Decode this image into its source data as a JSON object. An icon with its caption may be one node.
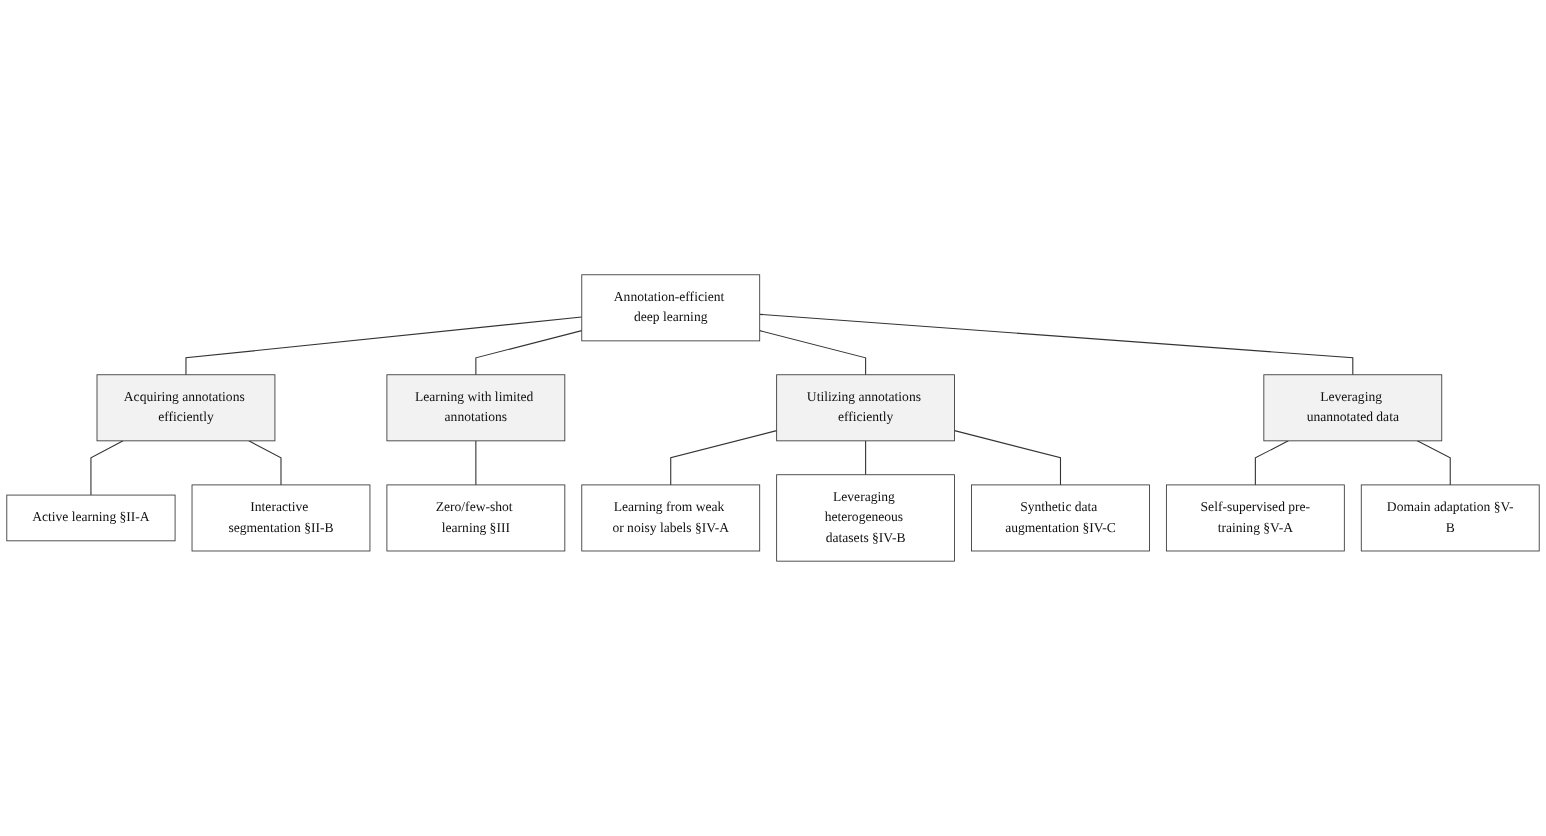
{
  "diagram": {
    "nodes": [
      {
        "text": [
          "Annotation-efficient deep learning"
        ]
      },
      {
        "text": [
          "Acquiring annotations efficiently"
        ]
      },
      {
        "text": [
          "Learning with limited annotations"
        ]
      },
      {
        "text": [
          "Utilizing annotations efficiently"
        ]
      },
      {
        "text": [
          "Leveraging unannotated data"
        ]
      },
      {
        "text": [
          "Active learning §II-A"
        ]
      },
      {
        "text": [
          "Interactive segmentation §II-B"
        ]
      },
      {
        "text": [
          "Zero/few-shot learning §III"
        ]
      },
      {
        "text": [
          "Learning from weak or noisy labels §IV-A"
        ]
      },
      {
        "text": [
          "Leveraging heterogeneous datasets §IV-B"
        ]
      },
      {
        "text": [
          "Synthetic data augmentation §IV-C"
        ]
      },
      {
        "text": [
          "Self-supervised pre-training §V-A"
        ]
      },
      {
        "text": [
          "Domain adaptation §V-B"
        ]
      }
    ],
    "edges": [
      {
        "from": 0,
        "to": 1,
        "arrow": "none"
      },
      {
        "from": 0,
        "to": 2,
        "arrow": "none"
      },
      {
        "from": 0,
        "to": 3,
        "arrow": "none"
      },
      {
        "from": 0,
        "to": 4,
        "arrow": "none"
      },
      {
        "from": 1,
        "to": 5,
        "arrow": "none"
      },
      {
        "from": 1,
        "to": 6,
        "arrow": "none"
      },
      {
        "from": 2,
        "to": 7,
        "arrow": "none"
      },
      {
        "from": 3,
        "to": 8,
        "arrow": "none"
      },
      {
        "from": 3,
        "to": 9,
        "arrow": "none"
      },
      {
        "from": 3,
        "to": 10,
        "arrow": "none"
      },
      {
        "from": 4,
        "to": 11,
        "arrow": "none"
      },
      {
        "from": 4,
        "to": 12,
        "arrow": "none"
      }
    ]
  }
}
